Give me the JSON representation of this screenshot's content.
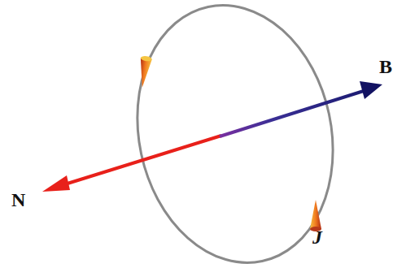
{
  "diagram": {
    "labels": [
      "N",
      "B",
      "J"
    ]
  }
}
